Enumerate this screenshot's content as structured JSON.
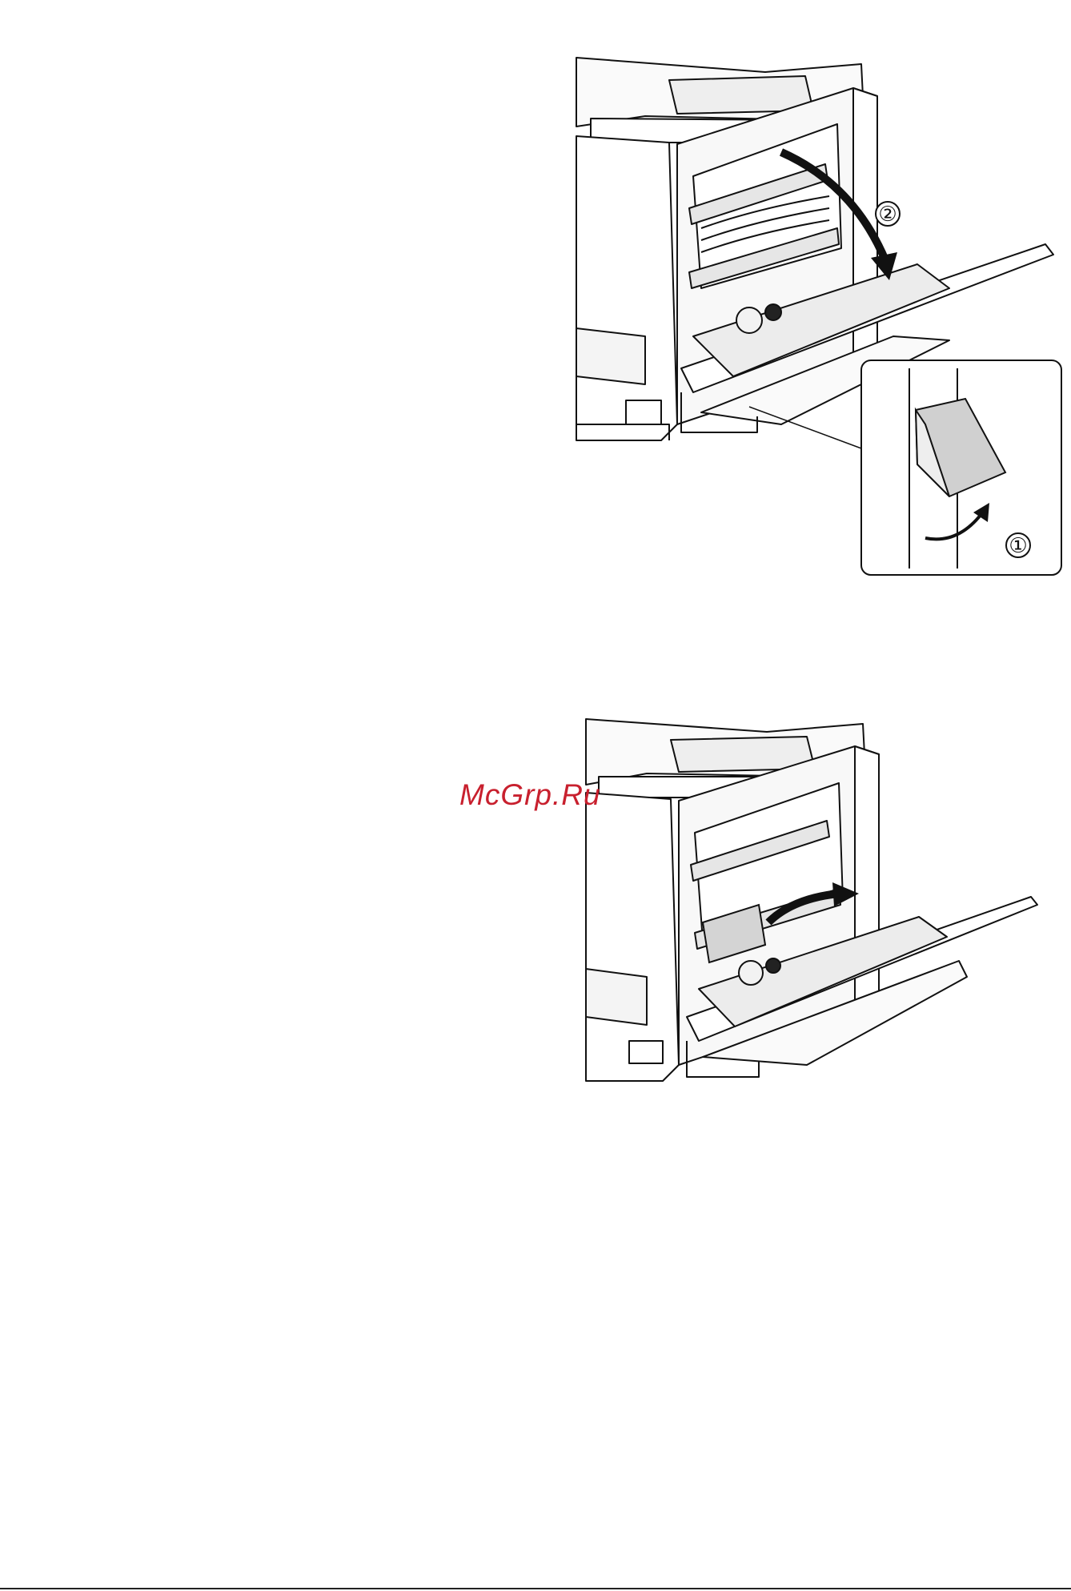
{
  "watermark": {
    "text": "McGrp.Ru",
    "color": "#c8202e"
  },
  "figures": [
    {
      "name": "open-right-cover",
      "callouts": [
        {
          "label": "②"
        },
        {
          "label": "①"
        }
      ],
      "icons": [
        "printer-illustration",
        "cover-arrow-icon",
        "lever-detail-icon",
        "lever-arrow-icon"
      ]
    },
    {
      "name": "remove-jammed-paper",
      "icons": [
        "printer-illustration",
        "paper-removal-arrow-icon",
        "jammed-paper-icon"
      ]
    }
  ]
}
